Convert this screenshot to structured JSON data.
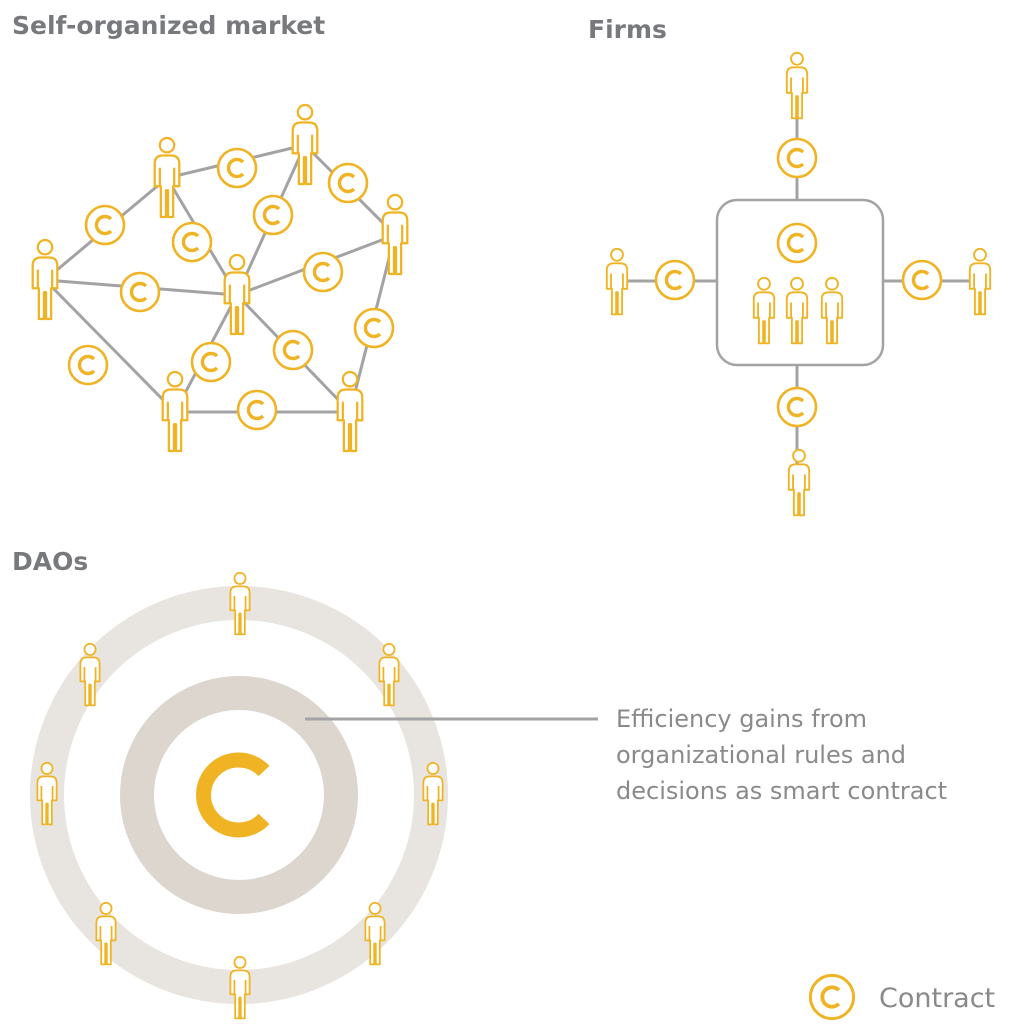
{
  "titles": {
    "market": "Self-organized market",
    "firms": "Firms",
    "daos": "DAOs"
  },
  "annotation": [
    "Efficiency gains from",
    "organizational rules and",
    "decisions as smart contract"
  ],
  "legend": {
    "label": "Contract",
    "icon": "contract-icon"
  },
  "colors": {
    "accent": "#f0b323",
    "line": "#a3a3a5",
    "ring_outer": "#e8e4df",
    "ring_inner": "#dcd6cf",
    "text": "#77797d"
  }
}
